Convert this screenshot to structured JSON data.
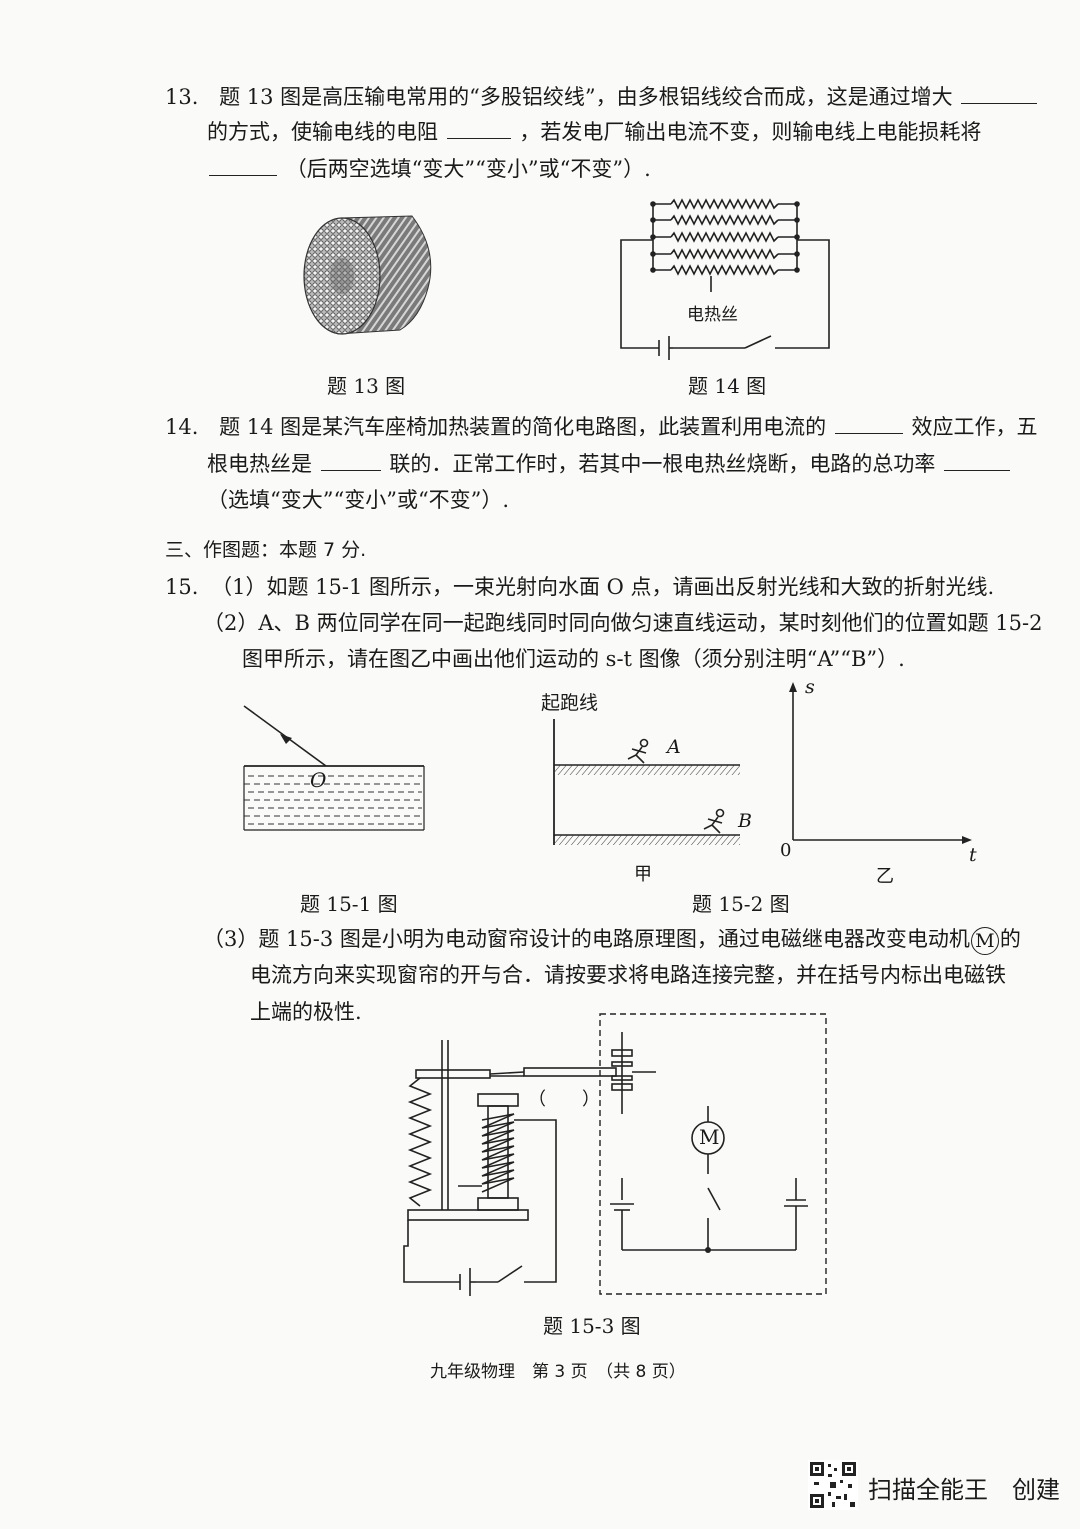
{
  "q13": {
    "number": "13.",
    "line1_a": "题 13 图是高压输电常用的“多股铝绞线”，由多根铝线绞合而成，这是通过增大",
    "line2_a": "的方式，使输电线的电阻",
    "line2_b": "，若发电厂输出电流不变，则输电线上电能损耗将",
    "line3_b": "（后两空选填“变大”“变小”或“不变”）."
  },
  "fig13_caption": "题 13 图",
  "fig14_caption": "题 14 图",
  "fig14_label": "电热丝",
  "q14": {
    "number": "14.",
    "line1_a": "题 14 图是某汽车座椅加热装置的简化电路图，此装置利用电流的",
    "line1_b": "效应工作，五",
    "line2_a": "根电热丝是",
    "line2_b": "联的．正常工作时，若其中一根电热丝烧断，电路的总功率",
    "line3": "（选填“变大”“变小”或“不变”）."
  },
  "section3": "三、作图题：本题 7 分.",
  "q15": {
    "number": "15.",
    "p1": "（1）如题 15-1 图所示，一束光射向水面 O 点，请画出反射光线和大致的折射光线.",
    "p2_line1": "（2）A、B 两位同学在同一起跑线同时同向做匀速直线运动，某时刻他们的位置如题 15-2",
    "p2_line2": "图甲所示，请在图乙中画出他们运动的 s-t 图像（须分别注明“A”“B”）.",
    "p3_line1": "（3）题 15-3 图是小明为电动窗帘设计的电路原理图，通过电磁继电器改变电动机",
    "p3_line1_end": "的",
    "p3_motor": "M",
    "p3_line2": "电流方向来实现窗帘的开与合．请按要求将电路连接完整，并在括号内标出电磁铁",
    "p3_line3": "上端的极性."
  },
  "fig151": {
    "point_label": "O",
    "caption": "题 15-1 图"
  },
  "fig152": {
    "start_label": "起跑线",
    "runner_a": "A",
    "runner_b": "B",
    "jia": "甲",
    "yi": "乙",
    "axis_s": "s",
    "axis_t": "t",
    "origin": "0",
    "caption": "题 15-2 图"
  },
  "fig153": {
    "bracket": "（　　）",
    "motor": "M",
    "caption": "题 15-3 图"
  },
  "footer": "九年级物理　第 3 页　（共 8 页）",
  "watermark": "扫描全能王　创建"
}
